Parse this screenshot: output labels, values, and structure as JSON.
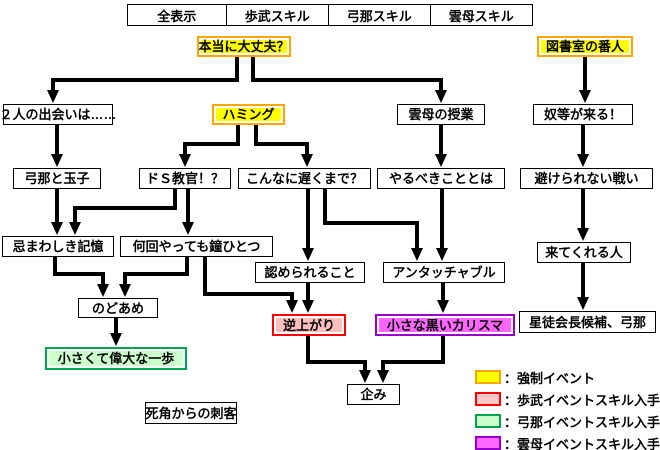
{
  "tabs": [
    "全表示",
    "歩武スキル",
    "弓那スキル",
    "雲母スキル"
  ],
  "nodes": {
    "honto": "本当に大丈夫？",
    "tosho": "図書室の番人",
    "deai": "２人の出会いは……",
    "humming": "ハミング",
    "kira_jugyo": "雲母の授業",
    "yatsura": "奴等が来る！",
    "yumina_tamago": "弓那と玉子",
    "do_s_kyokan": "ドＳ教官！？",
    "osokumade": "こんなに遅くまで？",
    "yarubeki": "やるべきこととは",
    "sakerarenai": "避けられない戦い",
    "imawashiki": "忌まわしき記憶",
    "nankai_kane": "何回やっても鐘ひとつ",
    "kitekureru": "来てくれる人",
    "mitomerareru": "認められること",
    "untouchable": "アンタッチャブル",
    "nodoame": "のどあめ",
    "sakaagari": "逆上がり",
    "kuroi_karisuma": "小さな黒いカリスマ",
    "seitokai": "星徒会長候補、弓那",
    "chiisakute": "小さくて偉大な一歩",
    "takurami": "企み",
    "shikaku": "死角からの刺客"
  },
  "legend": {
    "items": [
      {
        "label": "：強制イベント",
        "fill": "#ffff00",
        "border": "#ffa500"
      },
      {
        "label": "：歩武イベントスキル入手",
        "fill": "#ffc8c8",
        "border": "#ff0000"
      },
      {
        "label": "：弓那イベントスキル入手",
        "fill": "#ccffcc",
        "border": "#00a550"
      },
      {
        "label": "：雲母イベントスキル入手",
        "fill": "#ff66ff",
        "border": "#9900cc"
      }
    ]
  },
  "colors": {
    "forced_event_fill": "#ffff00",
    "forced_event_border": "#ffa500",
    "hobu_skill_fill": "#ffbfbf",
    "hobu_skill_border": "#ff0000",
    "yumina_skill_fill": "#ccffcc",
    "yumina_skill_border": "#00a550",
    "kira_skill_fill": "#ff66ff",
    "kira_skill_border": "#9900cc",
    "arrow": "#000000"
  },
  "edges": [
    {
      "from": "honto",
      "to": "deai"
    },
    {
      "from": "honto",
      "to": "kira_jugyo"
    },
    {
      "from": "tosho",
      "to": "yatsura"
    },
    {
      "from": "yatsura",
      "to": "sakerarenai"
    },
    {
      "from": "sakerarenai",
      "to": "kitekureru"
    },
    {
      "from": "kitekureru",
      "to": "seitokai"
    },
    {
      "from": "deai",
      "to": "yumina_tamago"
    },
    {
      "from": "yumina_tamago",
      "to": "imawashiki"
    },
    {
      "from": "humming",
      "to": "do_s_kyokan"
    },
    {
      "from": "humming",
      "to": "osokumade"
    },
    {
      "from": "kira_jugyo",
      "to": "yarubeki"
    },
    {
      "from": "do_s_kyokan",
      "to": "imawashiki"
    },
    {
      "from": "do_s_kyokan",
      "to": "nankai_kane"
    },
    {
      "from": "imawashiki",
      "to": "nodoame"
    },
    {
      "from": "nankai_kane",
      "to": "nodoame"
    },
    {
      "from": "nankai_kane",
      "to": "sakaagari"
    },
    {
      "from": "osokumade",
      "to": "mitomerareru"
    },
    {
      "from": "osokumade",
      "to": "untouchable"
    },
    {
      "from": "yarubeki",
      "to": "untouchable"
    },
    {
      "from": "mitomerareru",
      "to": "sakaagari"
    },
    {
      "from": "untouchable",
      "to": "kuroi_karisuma"
    },
    {
      "from": "nodoame",
      "to": "chiisakute"
    },
    {
      "from": "sakaagari",
      "to": "takurami"
    },
    {
      "from": "kuroi_karisuma",
      "to": "takurami"
    }
  ]
}
